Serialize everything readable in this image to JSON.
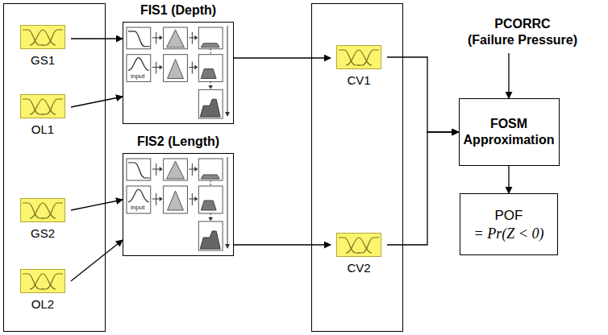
{
  "diagram": {
    "nodes": [
      {
        "text": [
          "GS1"
        ]
      },
      {
        "text": [
          "OL1"
        ]
      },
      {
        "text": [
          "FIS1 (Depth)"
        ]
      },
      {
        "text": [
          "GS2"
        ]
      },
      {
        "text": [
          "OL2"
        ]
      },
      {
        "text": [
          "FIS2 (Length)"
        ]
      },
      {
        "text": [
          "CV1"
        ]
      },
      {
        "text": [
          "CV2"
        ]
      },
      {
        "text": [
          "PCORRC",
          "(Failure Pressure)"
        ]
      },
      {
        "text": [
          "FOSM Approximation"
        ]
      },
      {
        "text": [
          "POF",
          "= Pr(Z < 0)"
        ]
      }
    ],
    "edges": [
      {
        "from": 0,
        "to": 2,
        "arrow": "to"
      },
      {
        "from": 1,
        "to": 2,
        "arrow": "to"
      },
      {
        "from": 3,
        "to": 5,
        "arrow": "to"
      },
      {
        "from": 4,
        "to": 5,
        "arrow": "to"
      },
      {
        "from": 2,
        "to": 6,
        "arrow": "to"
      },
      {
        "from": 5,
        "to": 7,
        "arrow": "to"
      },
      {
        "from": 6,
        "to": 9,
        "arrow": "to"
      },
      {
        "from": 7,
        "to": 9,
        "arrow": "to"
      },
      {
        "from": 8,
        "to": 9,
        "arrow": "to"
      },
      {
        "from": 9,
        "to": 10,
        "arrow": "to"
      }
    ],
    "labels": [
      "input",
      "input"
    ]
  }
}
